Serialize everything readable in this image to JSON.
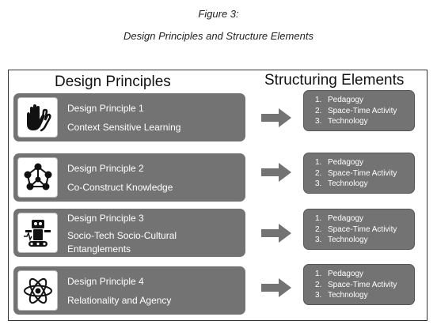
{
  "figure": {
    "label": "Figure 3:",
    "title": "Design Principles and Structure Elements"
  },
  "headings": {
    "left": "Design Principles",
    "right": "Structuring Elements"
  },
  "principles": [
    {
      "title": "Design Principle 1",
      "desc": [
        "Context Sensitive Learning"
      ],
      "icon": "hands-icon"
    },
    {
      "title": "Design Principle 2",
      "desc": [
        "Co-Construct Knowledge"
      ],
      "icon": "network-icon"
    },
    {
      "title": "Design Principle 3",
      "desc": [
        "Socio-Tech Socio-Cultural",
        "Entanglements"
      ],
      "icon": "robot-icon"
    },
    {
      "title": "Design Principle 4",
      "desc": [
        "Relationality and Agency"
      ],
      "icon": "atom-icon"
    }
  ],
  "elements": [
    [
      "1.",
      "Pedagogy"
    ],
    [
      "2.",
      "Space-Time Activity"
    ],
    [
      "3.",
      "Technology"
    ]
  ],
  "colors": {
    "box": "#737373",
    "arrow": "#737373"
  }
}
